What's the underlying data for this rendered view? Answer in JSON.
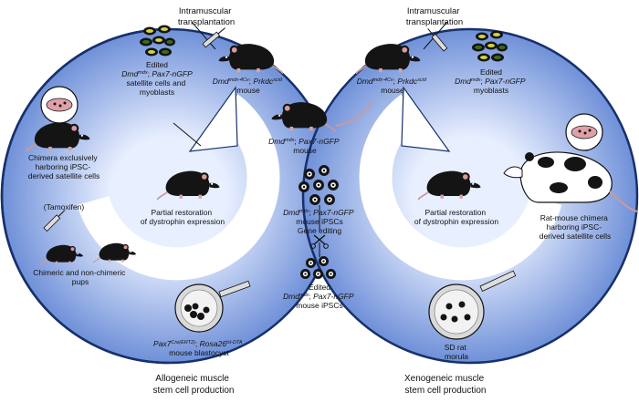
{
  "colors": {
    "circle_fill_center": "#e8efff",
    "circle_fill_edge": "#6f90d8",
    "circle_stroke": "#17306b",
    "arrow_white": "#ffffff",
    "mouse_black": "#141414",
    "nucleus_green": "#3a6b1e",
    "nucleus_yellow": "#d2d23a"
  },
  "icons": [
    "mouse-icon",
    "cow-pattern-rat-icon",
    "syringe-icon",
    "cell-cluster-icon",
    "scissors-icon",
    "muscle-fiber-icon",
    "blastocyst-icon",
    "morula-icon"
  ],
  "left_cycle": {
    "transplantation": [
      "Intramuscular",
      "transplantation"
    ],
    "edited_cells": {
      "l1": "Edited",
      "gene1": "Dmd",
      "sup1": "mdx",
      "semi": "; ",
      "gene2": "Pax7-nGFP",
      "l3": "satellite cells and",
      "l4": "myoblasts"
    },
    "host_mouse": {
      "gene1": "Dmd",
      "sup1": "mdx-4Cv",
      "semi": "; ",
      "gene2": "Prkdc",
      "sup2": "scid",
      "l2": "mouse"
    },
    "chimera": [
      "Chimera exclusively",
      "harboring iPSC-",
      "derived satellite cells"
    ],
    "tamoxifen": "(Tamoxifen)",
    "pups": [
      "Chimeric and non-chimeric",
      "pups"
    ],
    "blastocyst": {
      "gene1": "Pax7",
      "sup1": "Cre(ERT2)",
      "semi": "; ",
      "gene2": "Rosa26",
      "sup2": "lsl-DTA",
      "l2": "mouse blastocyst"
    },
    "restoration": [
      "Partial restoration",
      "of dystrophin expression"
    ],
    "title": [
      "Allogeneic muscle",
      "stem cell production"
    ]
  },
  "right_cycle": {
    "transplantation": [
      "Intramuscular",
      "transplantation"
    ],
    "edited_myoblasts": {
      "l1": "Edited",
      "gene1": "Dmd",
      "sup1": "mdx",
      "semi": "; ",
      "gene2": "Pax7-nGFP",
      "l3": "myoblasts"
    },
    "host_mouse": {
      "gene1": "Dmd",
      "sup1": "mdx-4Cv",
      "semi": "; ",
      "gene2": "Prkdc",
      "sup2": "scid",
      "l2": "mouse"
    },
    "chimera": [
      "Rat-mouse chimera",
      "harboring iPSC-",
      "derived satellite cells"
    ],
    "morula": [
      "SD rat",
      "morula"
    ],
    "restoration": [
      "Partial restoration",
      "of dystrophin expression"
    ],
    "title": [
      "Xenogeneic muscle",
      "stem cell production"
    ]
  },
  "center": {
    "donor_mouse": {
      "gene1": "Dmd",
      "sup1": "mdx",
      "semi": "; ",
      "gene2": "Pax7-nGFP",
      "l2": "mouse"
    },
    "ipscs": {
      "gene1": "Dmd",
      "sup1": "mdx",
      "semi": "; ",
      "gene2": "Pax7-nGFP",
      "l2": "mouse iPSCs"
    },
    "gene_editing": "Gene editing",
    "edited_ipscs": {
      "l1": "Edited",
      "gene1": "Dmd",
      "sup1": "mdx",
      "semi": "; ",
      "gene2": "Pax7-nGFP",
      "l3": "mouse iPSCs"
    }
  }
}
